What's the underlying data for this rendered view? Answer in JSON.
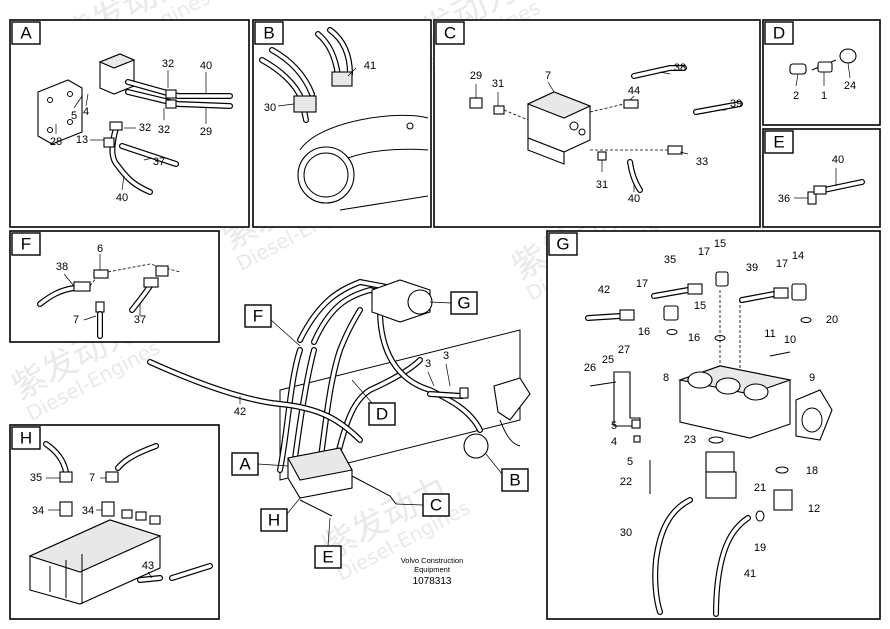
{
  "watermark": {
    "brand_cn": "紫发动力",
    "brand_en": "Diesel-Engines"
  },
  "panels": {
    "A": {
      "tag": "A",
      "callouts": [
        "32",
        "40",
        "5",
        "4",
        "28",
        "13",
        "32",
        "32",
        "29",
        "37",
        "40"
      ]
    },
    "B": {
      "tag": "B",
      "callouts": [
        "41",
        "30"
      ]
    },
    "C": {
      "tag": "C",
      "callouts": [
        "29",
        "31",
        "7",
        "38",
        "44",
        "39",
        "33",
        "31",
        "40"
      ]
    },
    "D": {
      "tag": "D",
      "callouts": [
        "2",
        "1",
        "24"
      ]
    },
    "E": {
      "tag": "E",
      "callouts": [
        "40",
        "36"
      ]
    },
    "F": {
      "tag": "F",
      "callouts": [
        "6",
        "38",
        "7",
        "37"
      ]
    },
    "G": {
      "tag": "G",
      "callouts": [
        "35",
        "17",
        "15",
        "39",
        "17",
        "14",
        "42",
        "17",
        "15",
        "16",
        "20",
        "16",
        "11",
        "10",
        "26",
        "25",
        "27",
        "8",
        "9",
        "5",
        "4",
        "23",
        "5",
        "18",
        "22",
        "21",
        "12",
        "30",
        "19",
        "41"
      ]
    },
    "H": {
      "tag": "H",
      "callouts": [
        "35",
        "7",
        "34",
        "34",
        "43"
      ]
    }
  },
  "main_view": {
    "tags": [
      "F",
      "G",
      "D",
      "A",
      "B",
      "H",
      "C",
      "E"
    ],
    "callouts": [
      "42",
      "3",
      "3"
    ],
    "caption_line1": "Volvo Construction",
    "caption_line2": "Equipment",
    "drawing_number": "1078313"
  }
}
